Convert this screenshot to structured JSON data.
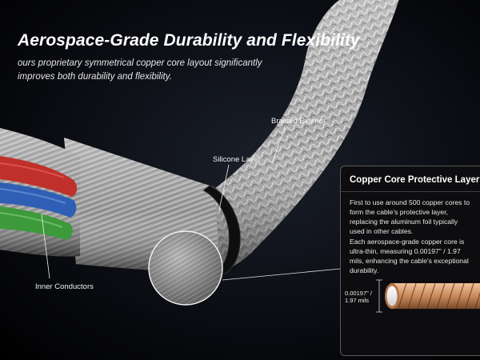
{
  "headline": "Aerospace-Grade Durability and Flexibility",
  "subline": "ours proprietary symmetrical copper core layout significantly improves both durability and flexibility.",
  "labels": {
    "braided_exterior": "Braided Exterior",
    "silicone_layer": "Silicone Layer",
    "inner_conductors": "Inner Conductors"
  },
  "callout": {
    "title": "Copper Core Protective Layer",
    "paragraph_1": "First to use around 500 copper cores to form the cable's protective layer, replacing the aluminum foil typically used in other cables.",
    "paragraph_2": "Each aerospace-grade copper core is ultra-thin, measuring 0.00197\" / 1.97 mils, enhancing the cable's exceptional durability.",
    "dimension_line_1": "0.00197\" /",
    "dimension_line_2": "1.97 mils"
  },
  "colors": {
    "background": "#000000",
    "braid": "#b9b9b9",
    "silicone": "#111111",
    "copper": "#c98a5c",
    "conductor_red": "#c0302a",
    "conductor_blue": "#2f5fb5",
    "conductor_green": "#3d9a3b"
  }
}
